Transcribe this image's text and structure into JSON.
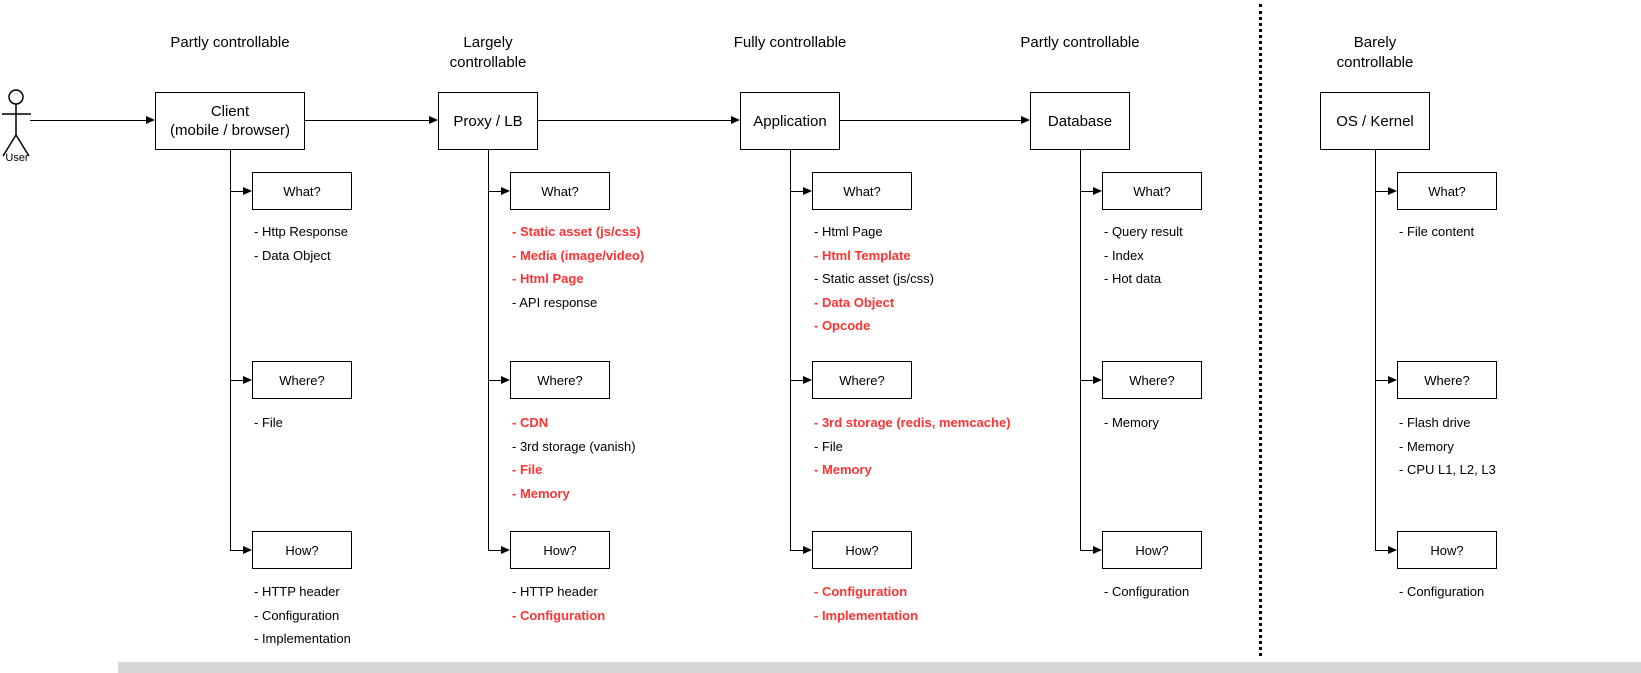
{
  "actor": {
    "label": "User"
  },
  "colors": {
    "highlight": "#FF3333",
    "line": "#000000",
    "background": "#FFFFFF"
  },
  "columns": [
    {
      "id": "client",
      "controllability": "Partly controllable",
      "node": "Client\n(mobile / browser)",
      "sections": [
        {
          "title": "What?",
          "items": [
            {
              "text": "- Http Response",
              "highlighted": false
            },
            {
              "text": "- Data Object",
              "highlighted": false
            }
          ]
        },
        {
          "title": "Where?",
          "items": [
            {
              "text": "- File",
              "highlighted": false
            }
          ]
        },
        {
          "title": "How?",
          "items": [
            {
              "text": "- HTTP header",
              "highlighted": false
            },
            {
              "text": "- Configuration",
              "highlighted": false
            },
            {
              "text": "- Implementation",
              "highlighted": false
            }
          ]
        }
      ]
    },
    {
      "id": "proxy-lb",
      "controllability": "Largely controllable",
      "node": "Proxy / LB",
      "sections": [
        {
          "title": "What?",
          "items": [
            {
              "text": "- Static asset (js/css)",
              "highlighted": true
            },
            {
              "text": "- Media (image/video)",
              "highlighted": true
            },
            {
              "text": "- Html Page",
              "highlighted": true
            },
            {
              "text": "- API response",
              "highlighted": false
            }
          ]
        },
        {
          "title": "Where?",
          "items": [
            {
              "text": "- CDN",
              "highlighted": true
            },
            {
              "text": "- 3rd storage (vanish)",
              "highlighted": false
            },
            {
              "text": "- File",
              "highlighted": true
            },
            {
              "text": "- Memory",
              "highlighted": true
            }
          ]
        },
        {
          "title": "How?",
          "items": [
            {
              "text": "- HTTP header",
              "highlighted": false
            },
            {
              "text": "- Configuration",
              "highlighted": true
            }
          ]
        }
      ]
    },
    {
      "id": "application",
      "controllability": "Fully controllable",
      "node": "Application",
      "sections": [
        {
          "title": "What?",
          "items": [
            {
              "text": "- Html Page",
              "highlighted": false
            },
            {
              "text": "- Html Template",
              "highlighted": true
            },
            {
              "text": "- Static asset (js/css)",
              "highlighted": false
            },
            {
              "text": "- Data Object",
              "highlighted": true
            },
            {
              "text": "- Opcode",
              "highlighted": true
            }
          ]
        },
        {
          "title": "Where?",
          "items": [
            {
              "text": "- 3rd storage (redis, memcache)",
              "highlighted": true
            },
            {
              "text": "- File",
              "highlighted": false
            },
            {
              "text": "- Memory",
              "highlighted": true
            }
          ]
        },
        {
          "title": "How?",
          "items": [
            {
              "text": "- Configuration",
              "highlighted": true
            },
            {
              "text": "- Implementation",
              "highlighted": true
            }
          ]
        }
      ]
    },
    {
      "id": "database",
      "controllability": "Partly controllable",
      "node": "Database",
      "sections": [
        {
          "title": "What?",
          "items": [
            {
              "text": "- Query result",
              "highlighted": false
            },
            {
              "text": "- Index",
              "highlighted": false
            },
            {
              "text": "- Hot data",
              "highlighted": false
            }
          ]
        },
        {
          "title": "Where?",
          "items": [
            {
              "text": "- Memory",
              "highlighted": false
            }
          ]
        },
        {
          "title": "How?",
          "items": [
            {
              "text": "- Configuration",
              "highlighted": false
            }
          ]
        }
      ]
    },
    {
      "id": "os-kernel",
      "controllability": "Barely controllable",
      "node": "OS / Kernel",
      "sections": [
        {
          "title": "What?",
          "items": [
            {
              "text": "- File content",
              "highlighted": false
            }
          ]
        },
        {
          "title": "Where?",
          "items": [
            {
              "text": "- Flash drive",
              "highlighted": false
            },
            {
              "text": "- Memory",
              "highlighted": false
            },
            {
              "text": "- CPU L1, L2, L3",
              "highlighted": false
            }
          ]
        },
        {
          "title": "How?",
          "items": [
            {
              "text": "- Configuration",
              "highlighted": false
            }
          ]
        }
      ]
    }
  ]
}
